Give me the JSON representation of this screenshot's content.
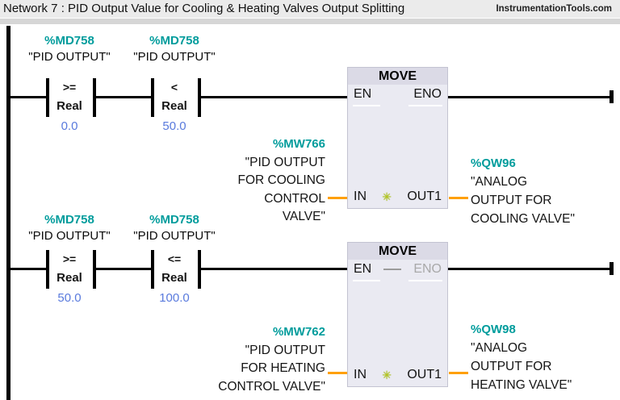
{
  "header": {
    "title": "Network 7 : PID Output Value for Cooling & Heating Valves Output Splitting",
    "watermark": "InstrumentationTools.com"
  },
  "colors": {
    "operand": "#009c9c",
    "constant": "#597add",
    "wire": "#ffa000",
    "boxbody": "#eaeaf2",
    "boxhead": "#dbdae6",
    "boxborder": "#c3c3d1",
    "disabled": "#a9a9a9",
    "headerbg": "#ebebeb",
    "stripbg": "#d6d6d6"
  },
  "rungs": [
    {
      "contacts": [
        {
          "operand": "%MD758",
          "name": "\"PID OUTPUT\"",
          "op": ">=",
          "type": "Real",
          "value": "0.0"
        },
        {
          "operand": "%MD758",
          "name": "\"PID OUTPUT\"",
          "op": "<",
          "type": "Real",
          "value": "50.0"
        }
      ],
      "block": {
        "title": "MOVE",
        "en": "EN",
        "eno": "ENO",
        "in": "IN",
        "out": "OUT1",
        "star_icon": "✳"
      },
      "input": {
        "operand": "%MW766",
        "lines": [
          "\"PID OUTPUT",
          "FOR COOLING",
          "CONTROL",
          "VALVE\""
        ]
      },
      "output": {
        "operand": "%QW96",
        "lines": [
          "\"ANALOG",
          "OUTPUT FOR",
          "COOLING VALVE\""
        ]
      }
    },
    {
      "contacts": [
        {
          "operand": "%MD758",
          "name": "\"PID OUTPUT\"",
          "op": ">=",
          "type": "Real",
          "value": "50.0"
        },
        {
          "operand": "%MD758",
          "name": "\"PID OUTPUT\"",
          "op": "<=",
          "type": "Real",
          "value": "100.0"
        }
      ],
      "block": {
        "title": "MOVE",
        "en": "EN",
        "eno": "ENO",
        "in": "IN",
        "out": "OUT1",
        "star_icon": "✳"
      },
      "input": {
        "operand": "%MW762",
        "lines": [
          "\"PID OUTPUT",
          "FOR HEATING",
          "CONTROL VALVE\""
        ]
      },
      "output": {
        "operand": "%QW98",
        "lines": [
          "\"ANALOG",
          "OUTPUT FOR",
          "HEATING VALVE\""
        ]
      }
    }
  ]
}
